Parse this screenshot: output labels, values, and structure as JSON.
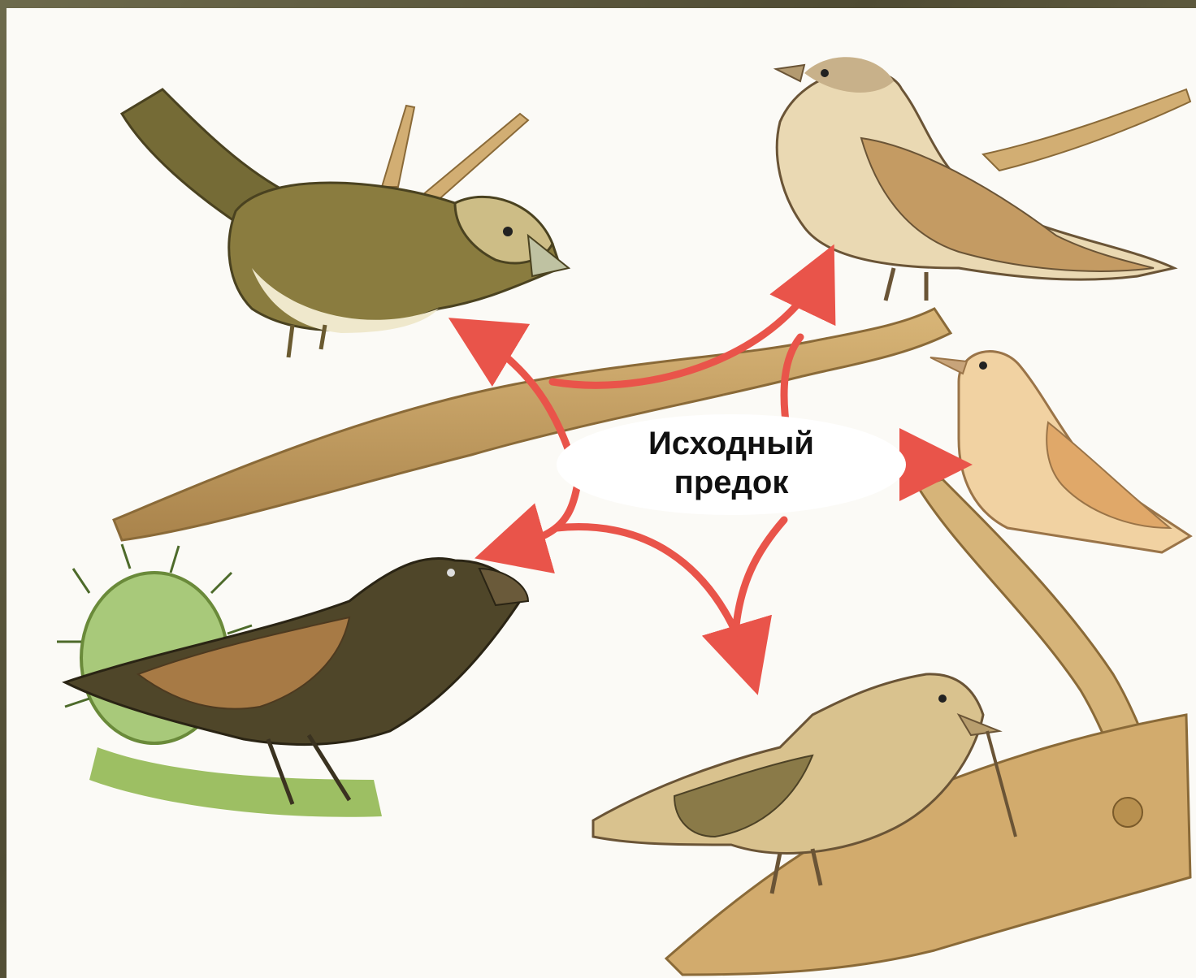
{
  "diagram": {
    "center_label": [
      "Исходный",
      "предок"
    ],
    "arrow_color": "#e9544a",
    "nodes": [
      {
        "id": "bird-top-left",
        "icon": "finch-icon"
      },
      {
        "id": "bird-top-right",
        "icon": "finch-icon"
      },
      {
        "id": "bird-right",
        "icon": "finch-icon"
      },
      {
        "id": "bird-bottom-right",
        "icon": "woodpecker-finch-icon"
      },
      {
        "id": "bird-bottom-left",
        "icon": "ground-finch-icon"
      }
    ]
  }
}
